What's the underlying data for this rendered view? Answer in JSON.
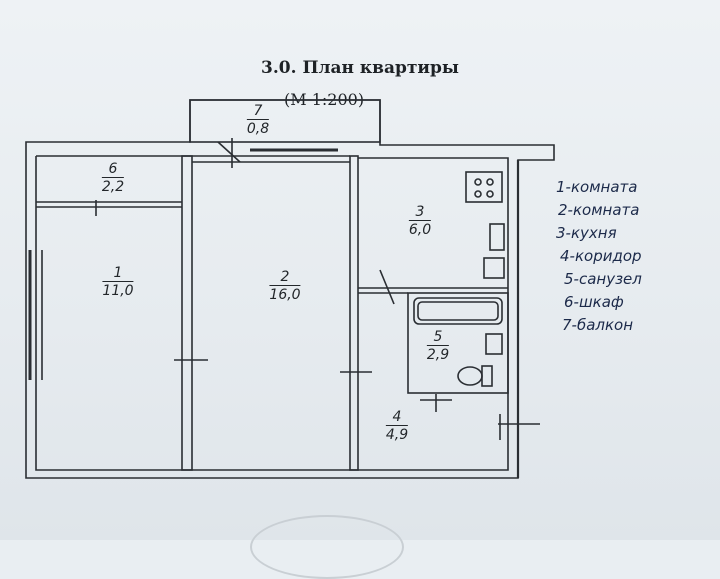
{
  "header": {
    "title": "3.0. План квартиры",
    "scale": "(М 1:200)"
  },
  "rooms": [
    {
      "num": "1",
      "area": "11,0"
    },
    {
      "num": "2",
      "area": "16,0"
    },
    {
      "num": "3",
      "area": "6,0"
    },
    {
      "num": "4",
      "area": "4,9"
    },
    {
      "num": "5",
      "area": "2,9"
    },
    {
      "num": "6",
      "area": "2,2"
    },
    {
      "num": "7",
      "area": "0,8"
    }
  ],
  "legend": [
    "1-комната",
    "2-комната",
    "3-кухня",
    "4-коридор",
    "5-санузел",
    "6-шкаф",
    "7-балкон"
  ],
  "colors": {
    "ink": "#23272b",
    "legend_ink": "#1c2a4a",
    "paper": "#e9eef2"
  }
}
